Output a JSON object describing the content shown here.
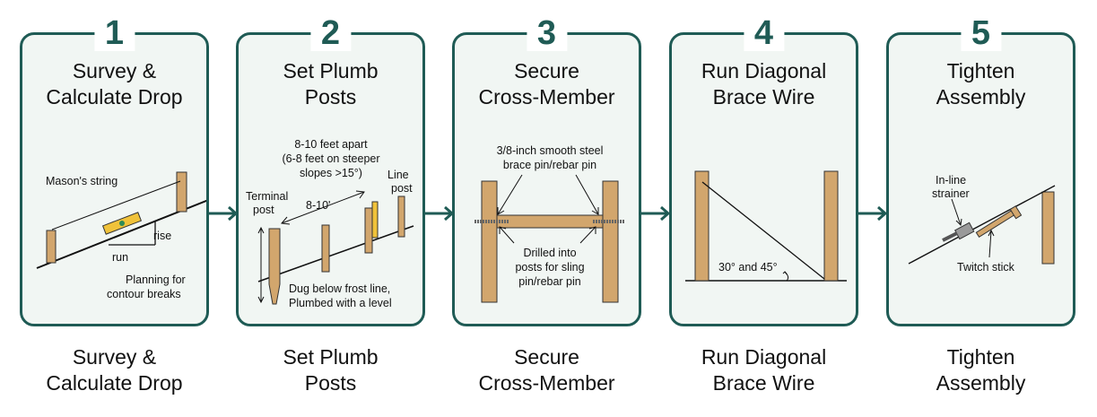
{
  "steps": [
    {
      "number": "1",
      "title_lines": [
        "Survey &",
        "Calculate Drop"
      ],
      "labels": {
        "string": "Mason's string",
        "rise": "rise",
        "run": "run",
        "note_line1": "Planning for",
        "note_line2": "contour breaks"
      }
    },
    {
      "number": "2",
      "title_lines": [
        "Set Plumb",
        "Posts"
      ],
      "labels": {
        "spacing_line1": "8-10 feet apart",
        "spacing_line2": "(6-8 feet on steeper",
        "spacing_line3": "slopes >15°)",
        "terminal_line1": "Terminal",
        "terminal_line2": "post",
        "gap": "8-10'",
        "line_line1": "Line",
        "line_line2": "post",
        "dug_line1": "Dug below frost line,",
        "dug_line2": "Plumbed with a level"
      }
    },
    {
      "number": "3",
      "title_lines": [
        "Secure",
        "Cross-Member"
      ],
      "labels": {
        "pin_line1": "3/8-inch smooth steel",
        "pin_line2": "brace pin/rebar pin",
        "drill_line1": "Drilled into",
        "drill_line2": "posts for sling",
        "drill_line3": "pin/rebar pin"
      }
    },
    {
      "number": "4",
      "title_lines": [
        "Run Diagonal",
        "Brace Wire"
      ],
      "labels": {
        "angle": "30° and 45°"
      }
    },
    {
      "number": "5",
      "title_lines": [
        "Tighten",
        "Assembly"
      ],
      "labels": {
        "strainer_line1": "In-line",
        "strainer_line2": "strainer",
        "twitch": "Twitch stick"
      }
    }
  ],
  "colors": {
    "card_border": "#1f5b55",
    "card_fill": "#f1f6f3",
    "wood": "#d2a66d",
    "level": "#f0c23a"
  }
}
